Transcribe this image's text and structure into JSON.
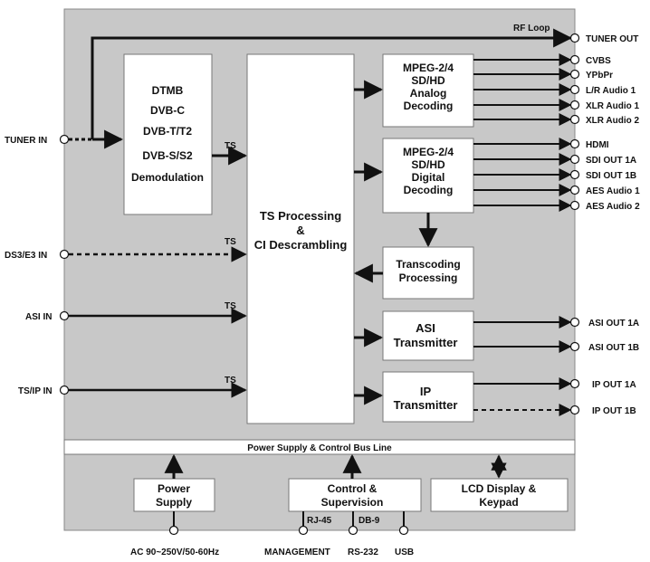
{
  "blocks": {
    "demod": [
      "DTMB",
      "DVB-C",
      "DVB-T/T2",
      "DVB-S/S2",
      "Demodulation"
    ],
    "ts_processing": [
      "TS Processing",
      "&",
      "CI Descrambling"
    ],
    "analog_decoding": [
      "MPEG-2/4",
      "SD/HD",
      "Analog",
      "Decoding"
    ],
    "digital_decoding": [
      "MPEG-2/4",
      "SD/HD",
      "Digital",
      "Decoding"
    ],
    "transcoding": [
      "Transcoding",
      "Processing"
    ],
    "asi_tx": [
      "ASI",
      "Transmitter"
    ],
    "ip_tx": [
      "IP",
      "Transmitter"
    ],
    "bus": "Power Supply & Control Bus Line",
    "power": [
      "Power",
      "Supply"
    ],
    "control": [
      "Control &",
      "Supervision"
    ],
    "lcd": [
      "LCD Display &",
      "Keypad"
    ]
  },
  "inputs": {
    "tuner_in": "TUNER IN",
    "ds3_in": "DS3/E3 IN",
    "asi_in": "ASI IN",
    "tsip_in": "TS/IP IN"
  },
  "outputs": {
    "rf_loop": "RF Loop",
    "tuner_out": "TUNER OUT",
    "analog": [
      "CVBS",
      "YPbPr",
      "L/R Audio 1",
      "XLR Audio 1",
      "XLR Audio 2"
    ],
    "digital": [
      "HDMI",
      "SDI OUT 1A",
      "SDI OUT 1B",
      "AES Audio 1",
      "AES Audio 2"
    ],
    "asi": [
      "ASI OUT 1A",
      "ASI OUT 1B"
    ],
    "ip": [
      "IP OUT 1A",
      "IP OUT 1B"
    ]
  },
  "ts_label": "TS",
  "connectors": {
    "rj45": "RJ-45",
    "db9": "DB-9"
  },
  "bottom": {
    "ac": "AC 90~250V/50-60Hz",
    "management": "MANAGEMENT",
    "rs232": "RS-232",
    "usb": "USB"
  }
}
